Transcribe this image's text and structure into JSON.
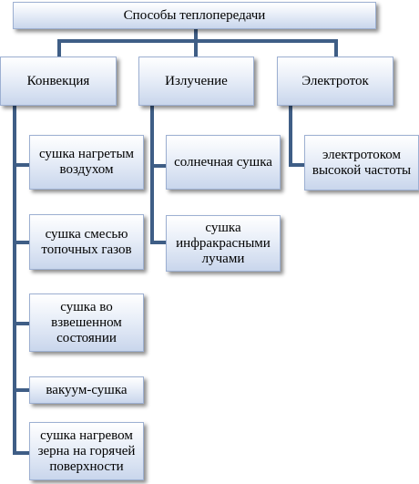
{
  "root": "Способы теплопередачи",
  "categories": [
    {
      "label": "Конвекция",
      "items": [
        "сушка нагретым воздухом",
        "сушка смесью топочных газов",
        "сушка во взвешенном состоянии",
        "вакуум-сушка",
        "сушка нагревом зерна на горячей поверхности"
      ]
    },
    {
      "label": "Излучение",
      "items": [
        "солнечная сушка",
        "сушка инфракрасными лучами"
      ]
    },
    {
      "label": "Электроток",
      "items": [
        "электротоком высокой частоты"
      ]
    }
  ],
  "colors": {
    "connector": "#3f5e86",
    "box_border": "#9db0d2",
    "box_gradient_top": "#ffffff",
    "box_gradient_bottom": "#c9d6ec"
  }
}
